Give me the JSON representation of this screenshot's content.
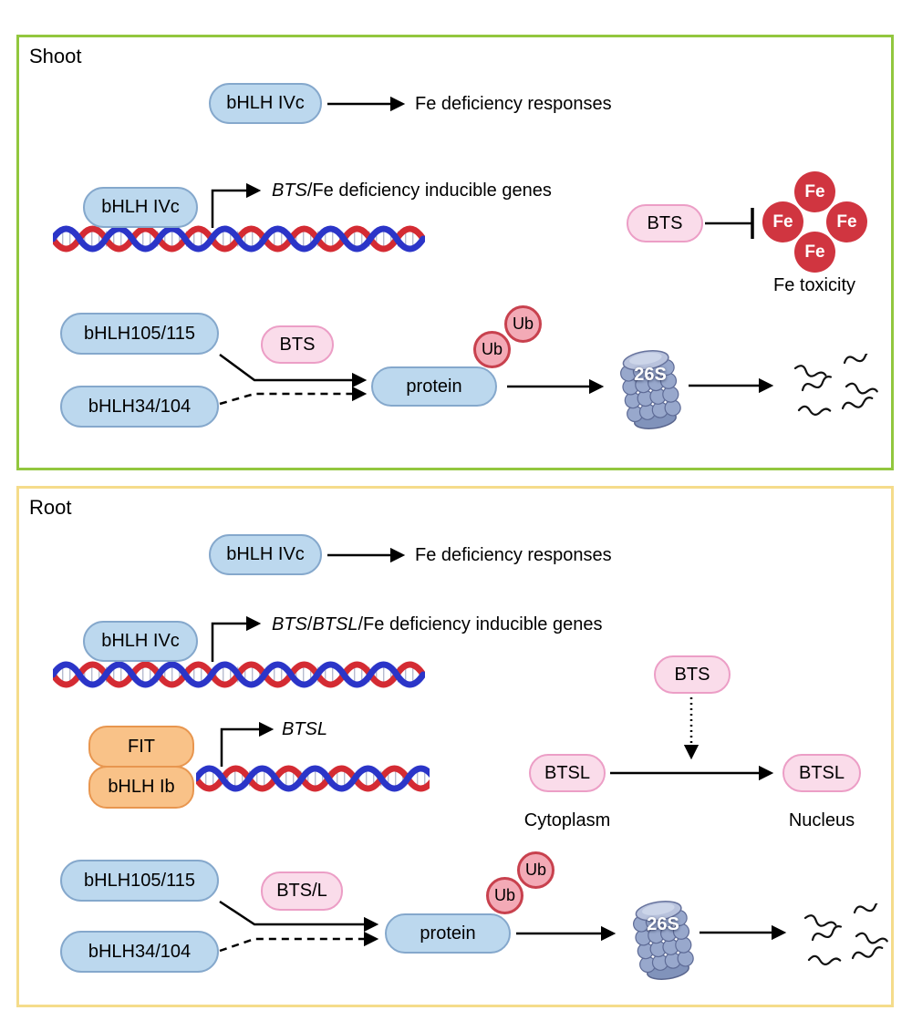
{
  "colors": {
    "shoot_panel_border": "#92c73e",
    "root_panel_border": "#f5dc8b",
    "blue_pill_fill": "#bcd8ee",
    "blue_pill_border": "#85a8cc",
    "pink_pill_fill": "#fadcea",
    "pink_pill_border": "#ec9ec6",
    "orange_pill_fill": "#f9c288",
    "orange_pill_border": "#e8964f",
    "fe_circle": "#d03540",
    "ub_fill": "#f3aab6",
    "ub_border": "#c8414e",
    "dna_strand_red": "#d42b33",
    "dna_strand_blue": "#2b35c8",
    "proteasome_body": "#98a8cc"
  },
  "shoot": {
    "title": "Shoot",
    "row1": {
      "pill": "bHLH IVc",
      "target": "Fe deficiency responses"
    },
    "row2": {
      "pill": "bHLH IVc",
      "gene_italic": "BTS",
      "gene_rest": "/Fe deficiency inducible genes"
    },
    "toxicity": {
      "bts": "BTS",
      "fe": "Fe",
      "caption": "Fe toxicity"
    },
    "degradation": {
      "substrate1": "bHLH105/115",
      "substrate2": "bHLH34/104",
      "ligase": "BTS",
      "protein": "protein",
      "ub": "Ub",
      "proteasome": "26S"
    }
  },
  "root": {
    "title": "Root",
    "row1": {
      "pill": "bHLH IVc",
      "target": "Fe deficiency responses"
    },
    "row2": {
      "pill": "bHLH IVc",
      "gene_italic1": "BTS",
      "gene_slash": "/",
      "gene_italic2": "BTSL",
      "gene_rest": "/Fe deficiency inducible genes"
    },
    "row3": {
      "fit": "FIT",
      "bhlh_ib": "bHLH Ib",
      "gene_italic": "BTSL"
    },
    "translocation": {
      "bts": "BTS",
      "btsl_cytoplasm": "BTSL",
      "btsl_nucleus": "BTSL",
      "cytoplasm_label": "Cytoplasm",
      "nucleus_label": "Nucleus"
    },
    "degradation": {
      "substrate1": "bHLH105/115",
      "substrate2": "bHLH34/104",
      "ligase": "BTS/L",
      "protein": "protein",
      "ub": "Ub",
      "proteasome": "26S"
    }
  }
}
